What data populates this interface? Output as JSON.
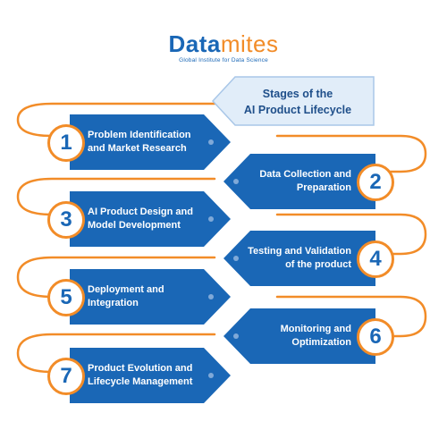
{
  "brand": {
    "name_part1": "Data",
    "name_part2": "mites",
    "tagline": "Global Institute for Data Science"
  },
  "title": {
    "line1": "Stages of the",
    "line2": "AI Product Lifecycle"
  },
  "colors": {
    "primary_blue": "#1a67b6",
    "accent_orange": "#f28c28",
    "title_bg": "#e1edf9"
  },
  "stages": [
    {
      "number": "1",
      "line1": "Problem Identification",
      "line2": "and Market Research"
    },
    {
      "number": "2",
      "line1": "Data Collection and",
      "line2": "Preparation"
    },
    {
      "number": "3",
      "line1": "AI Product Design and",
      "line2": "Model Development"
    },
    {
      "number": "4",
      "line1": "Testing and Validation",
      "line2": "of the product"
    },
    {
      "number": "5",
      "line1": "Deployment and",
      "line2": "Integration"
    },
    {
      "number": "6",
      "line1": "Monitoring and",
      "line2": "Optimization"
    },
    {
      "number": "7",
      "line1": "Product Evolution and",
      "line2": "Lifecycle Management"
    }
  ]
}
